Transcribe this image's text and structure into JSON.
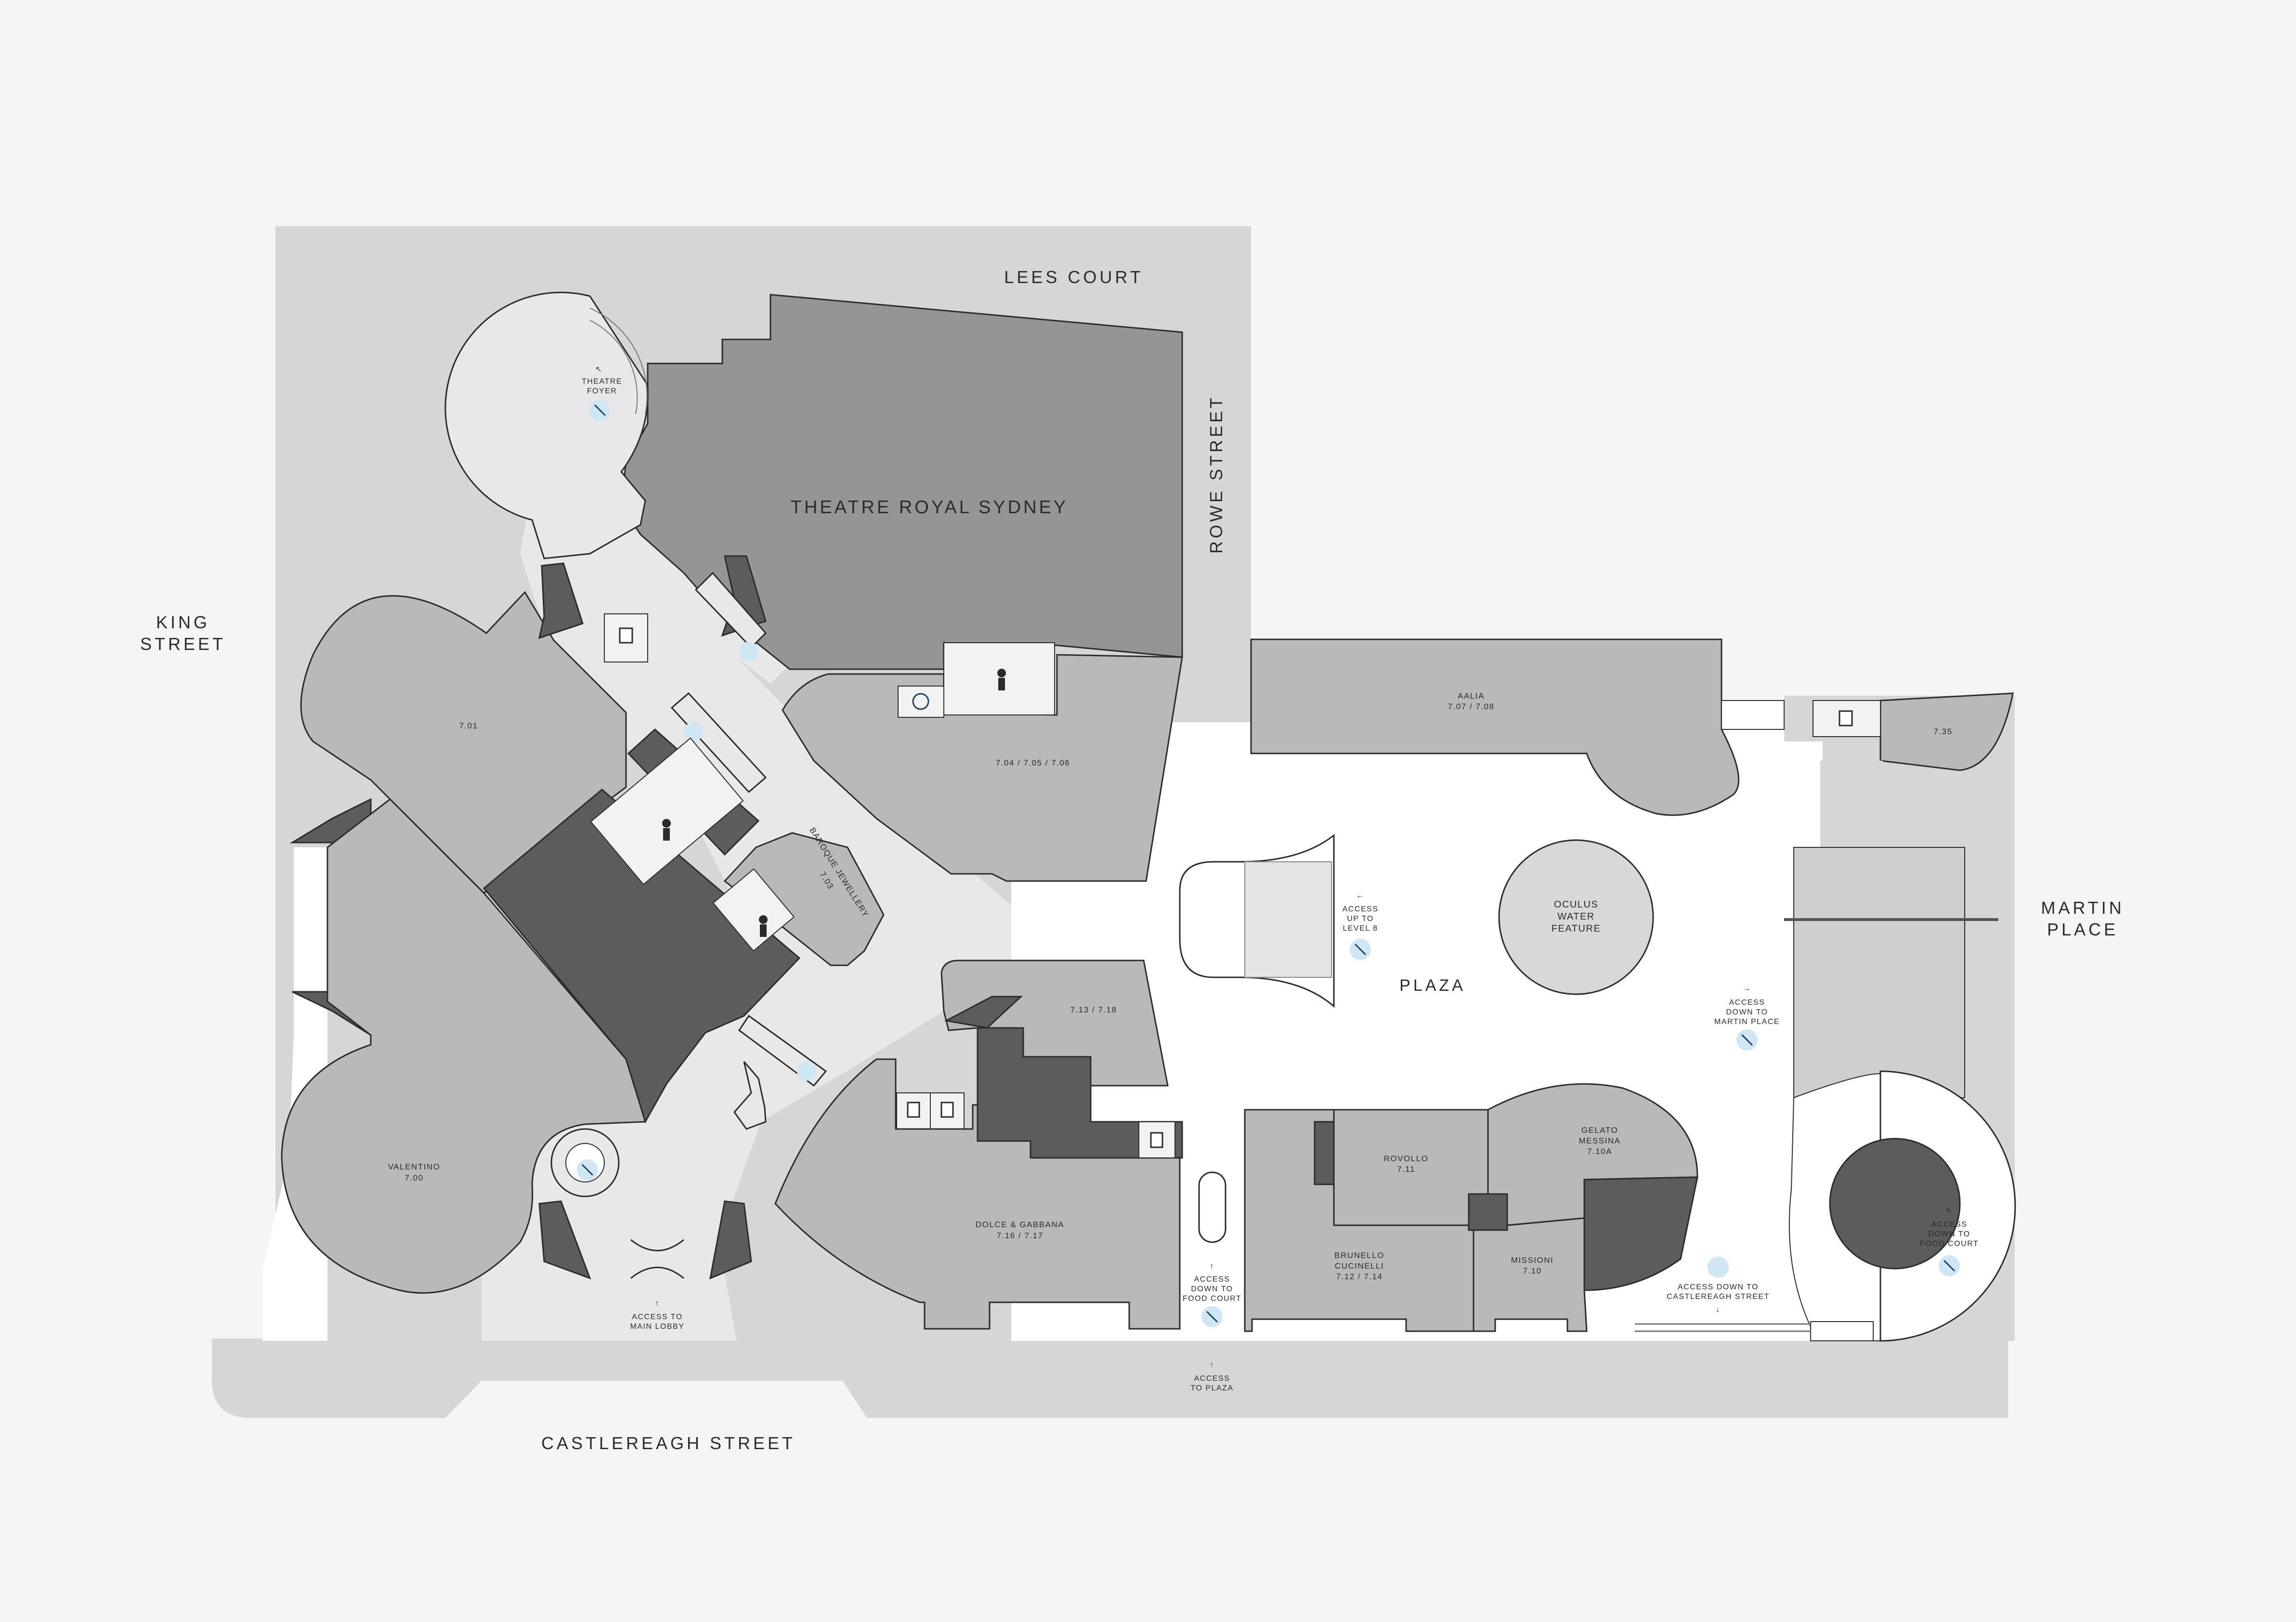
{
  "streets": {
    "lees_court": "LEES COURT",
    "rowe_street": "ROWE STREET",
    "king_street": [
      "KING",
      "STREET"
    ],
    "martin_place": [
      "MARTIN",
      "PLACE"
    ],
    "castlereagh_street": "CASTLEREAGH STREET"
  },
  "landmarks": {
    "theatre": "THEATRE ROYAL SYDNEY",
    "plaza": "PLAZA",
    "oculus": [
      "OCULUS",
      "WATER",
      "FEATURE"
    ]
  },
  "shops": {
    "s701": "7.01",
    "s7040506": "7.04 / 7.05 / 7.06",
    "baroque": [
      "BAROQUE JEWELLERY",
      "7.03"
    ],
    "aalia": [
      "AALIA",
      "7.07 / 7.08"
    ],
    "s735": "7.35",
    "s713": "7.13 / 7.18",
    "valentino": [
      "VALENTINO",
      "7.00"
    ],
    "dolce": [
      "DOLCE & GABBANA",
      "7.16 / 7.17"
    ],
    "rovollo": [
      "ROVOLLO",
      "7.11"
    ],
    "gelato": [
      "GELATO",
      "MESSINA",
      "7.10A"
    ],
    "brunello": [
      "BRUNELLO",
      "CUCINELLI",
      "7.12 / 7.14"
    ],
    "missioni": [
      "MISSIONI",
      "7.10"
    ]
  },
  "notes": {
    "theatre_foyer": [
      "THEATRE",
      "FOYER"
    ],
    "level8": [
      "ACCESS",
      "UP TO",
      "LEVEL 8"
    ],
    "martin_place": [
      "ACCESS",
      "DOWN TO",
      "MARTIN PLACE"
    ],
    "food_court_left": [
      "ACCESS",
      "DOWN TO",
      "FOOD COURT"
    ],
    "food_court_right": [
      "ACCESS",
      "DOWN TO",
      "FOOD COURT"
    ],
    "castlereagh": [
      "ACCESS DOWN TO",
      "CASTLEREAGH STREET"
    ],
    "main_lobby": [
      "ACCESS TO",
      "MAIN LOBBY"
    ],
    "plaza_access": [
      "ACCESS",
      "TO PLAZA"
    ]
  },
  "icons": {
    "lift": "lift-icon",
    "escalator": "escalator-icon",
    "toilet": "toilet-icon",
    "accessible": "accessible-icon",
    "stairs": "stairs-icon"
  },
  "colors": {
    "background": "#f5f5f5",
    "streets": "#d6d6d6",
    "shop": "#b9b9b9",
    "theatre": "#959595",
    "service": "#5c5c5c",
    "badge": "#cfe6f4"
  }
}
